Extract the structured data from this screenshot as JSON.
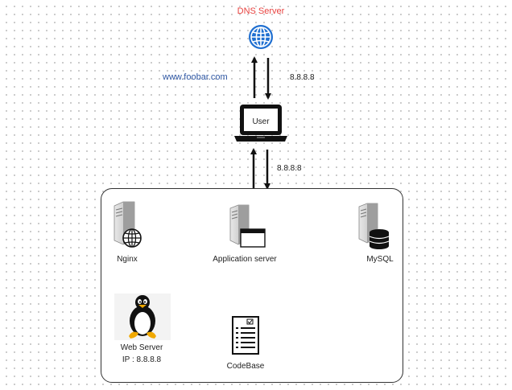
{
  "dns": {
    "label": "DNS Server"
  },
  "annotations": {
    "domain": "www.foobar.com",
    "dns_response_ip": "8.8.8.8",
    "user_to_server_ip": "8.8.8.8"
  },
  "user": {
    "label": "User"
  },
  "server": {
    "nginx": "Nginx",
    "app": "Application server",
    "mysql": "MySQL",
    "web_server_name": "Web Server",
    "web_server_ip": "IP : 8.8.8.8"
  },
  "codebase": {
    "label": "CodeBase"
  },
  "colors": {
    "dns_label": "#e8423f",
    "domain_label": "#2f57a3",
    "globe": "#1f6fd1",
    "line": "#111111"
  }
}
